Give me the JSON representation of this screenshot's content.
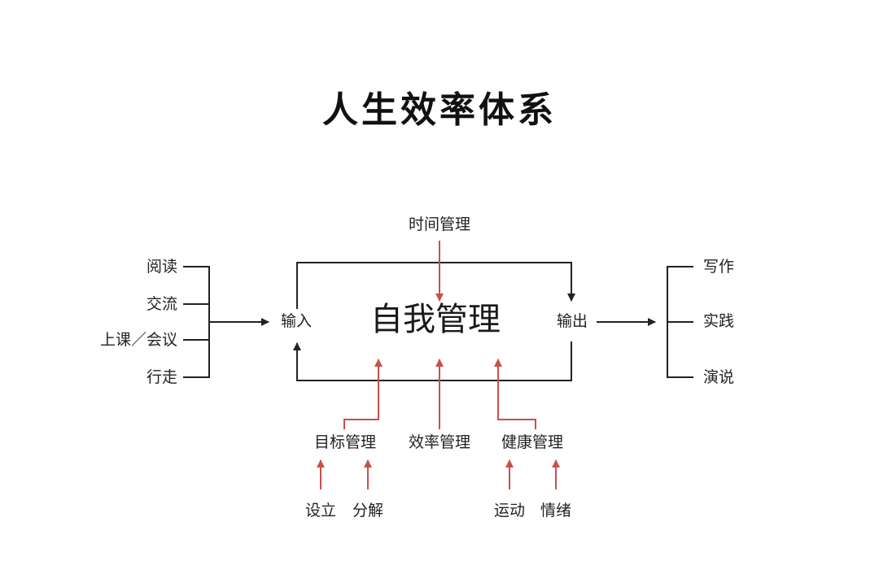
{
  "title": "人生效率体系",
  "center_label": "自我管理",
  "input_label": "输入",
  "output_label": "输出",
  "top_label": "时间管理",
  "input_sources": [
    "阅读",
    "交流",
    "上课／会议",
    "行走"
  ],
  "output_targets": [
    "写作",
    "实践",
    "演说"
  ],
  "bottom_supports": [
    {
      "label": "目标管理",
      "sub": [
        "设立",
        "分解"
      ]
    },
    {
      "label": "效率管理",
      "sub": []
    },
    {
      "label": "健康管理",
      "sub": [
        "运动",
        "情绪"
      ]
    }
  ],
  "colors": {
    "line": "#222222",
    "arrow_red": "#c9504a",
    "text": "#222222"
  }
}
